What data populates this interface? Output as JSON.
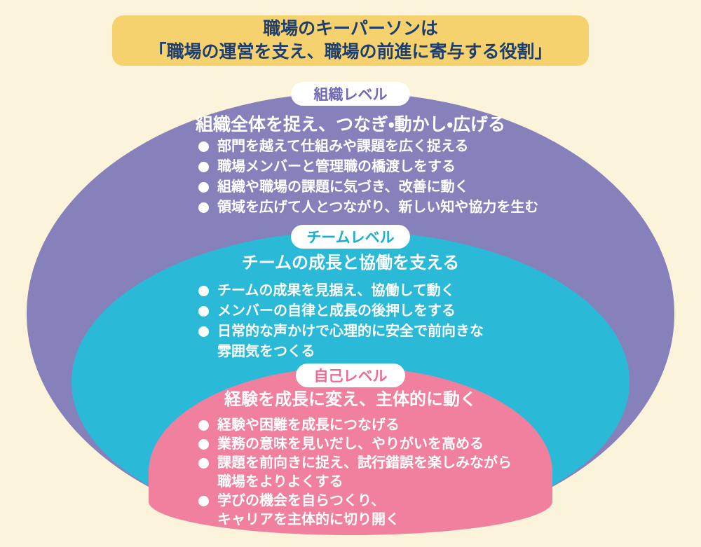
{
  "title_banner": {
    "line1": "職場のキーパーソンは",
    "line2": "「職場の運営を支え、職場の前進に寄与する役割」"
  },
  "levels": [
    {
      "label": "組織レベル",
      "heading": "組織全体を捉え、つなぎ・動かし・広げる",
      "bullets": [
        "部門を越えて仕組みや課題を広く捉える",
        "職場メンバーと管理職の橋渡しをする",
        "組織や職場の課題に気づき、改善に動く",
        "領域を広げて人とつながり、新しい知や協力を生む"
      ]
    },
    {
      "label": "チームレベル",
      "heading": "チームの成長と協働を支える",
      "bullets": [
        "チームの成果を見据え、協働して動く",
        "メンバーの自律と成長の後押しをする",
        "日常的な声かけで心理的に安全で前向きな\n雰囲気をつくる"
      ]
    },
    {
      "label": "自己レベル",
      "heading": "経験を成長に変え、主体的に動く",
      "bullets": [
        "経験や困難を成長につなげる",
        "業務の意味を見いだし、やりがいを高める",
        "課題を前向きに捉え、試行錯誤を楽しみながら\n職場をよりよくする",
        "学びの機会を自らつくり、\nキャリアを主体的に切り開く"
      ]
    }
  ],
  "colors": {
    "background": "#FBF3DA",
    "banner_bg": "#F6D26E",
    "banner_text": "#1E3E6E",
    "organization_level": "#8681BB",
    "team_level": "#2ABAD8",
    "self_level": "#F0809E",
    "badge_bg": "#FFFFFF",
    "body_text": "#FFFFFF"
  }
}
